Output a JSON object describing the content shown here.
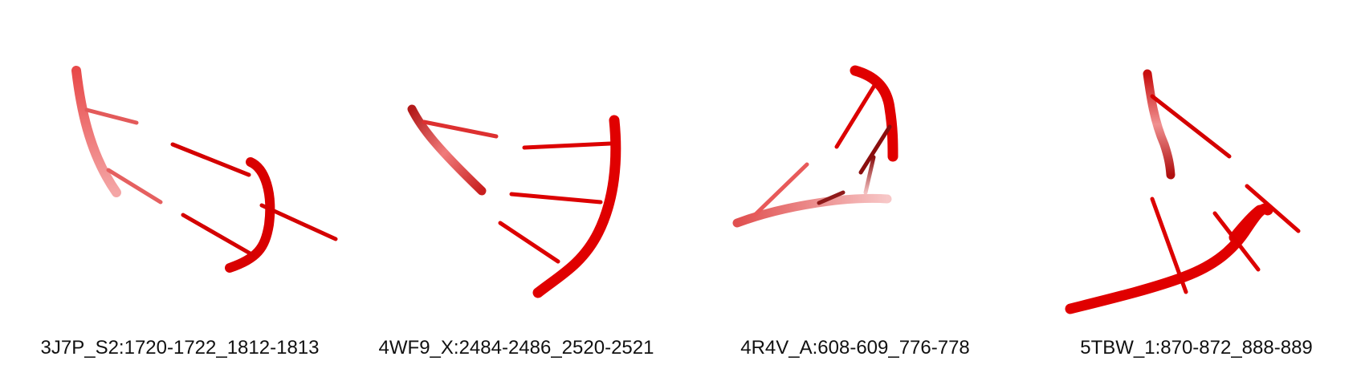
{
  "panels": [
    {
      "id": "p1",
      "caption": "3J7P_S2:1720-1722_1812-1813"
    },
    {
      "id": "p2",
      "caption": "4WF9_X:2484-2486_2520-2521"
    },
    {
      "id": "p3",
      "caption": "4R4V_A:608-609_776-778"
    },
    {
      "id": "p4",
      "caption": "5TBW_1:870-872_888-889"
    }
  ],
  "colors": {
    "strand": "#e00000",
    "strand_dark": "#9b0000",
    "strand_light": "#f2a0a0"
  }
}
